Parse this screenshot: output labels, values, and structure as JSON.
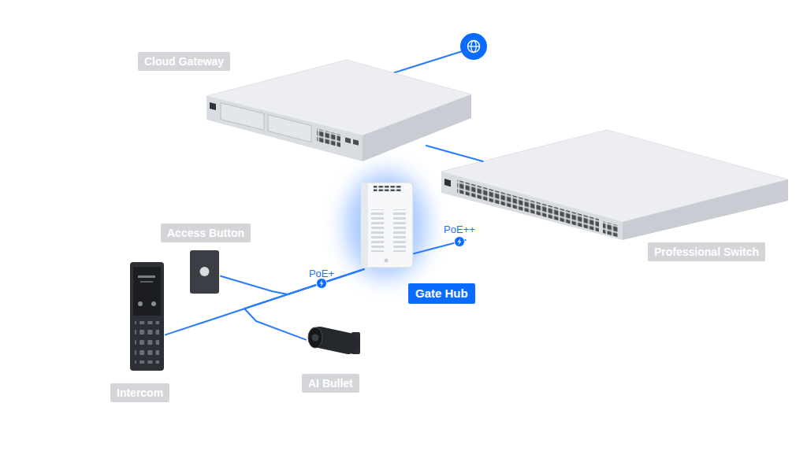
{
  "diagram": {
    "nodes": [
      {
        "text": [
          "Cloud Gateway"
        ]
      },
      {
        "text": [
          "Professional Switch"
        ]
      },
      {
        "text": [
          "Gate Hub"
        ]
      },
      {
        "text": [
          "Access Button"
        ]
      },
      {
        "text": [
          "Intercom"
        ]
      },
      {
        "text": [
          "AI Bullet"
        ]
      }
    ],
    "edges": [
      {
        "from": 0,
        "to": 1,
        "arrow": "none"
      },
      {
        "from": 1,
        "to": 2,
        "label": "PoE++",
        "arrow": "none"
      },
      {
        "from": 2,
        "to": 3,
        "arrow": "none"
      },
      {
        "from": 2,
        "to": 4,
        "label": "PoE+",
        "arrow": "none"
      },
      {
        "from": 2,
        "to": 5,
        "arrow": "none"
      }
    ]
  }
}
